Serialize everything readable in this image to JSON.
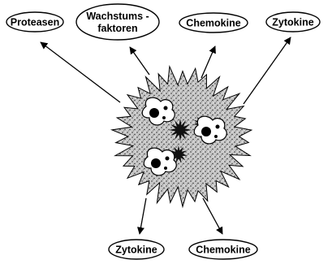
{
  "labels": {
    "proteasen": "Proteasen",
    "wachstumsfaktoren_line1": "Wachstums -",
    "wachstumsfaktoren_line2": "faktoren",
    "chemokine_top": "Chemokine",
    "zytokine_top": "Zytokine",
    "zytokine_bottom": "Zytokine",
    "chemokine_bottom": "Chemokine"
  }
}
